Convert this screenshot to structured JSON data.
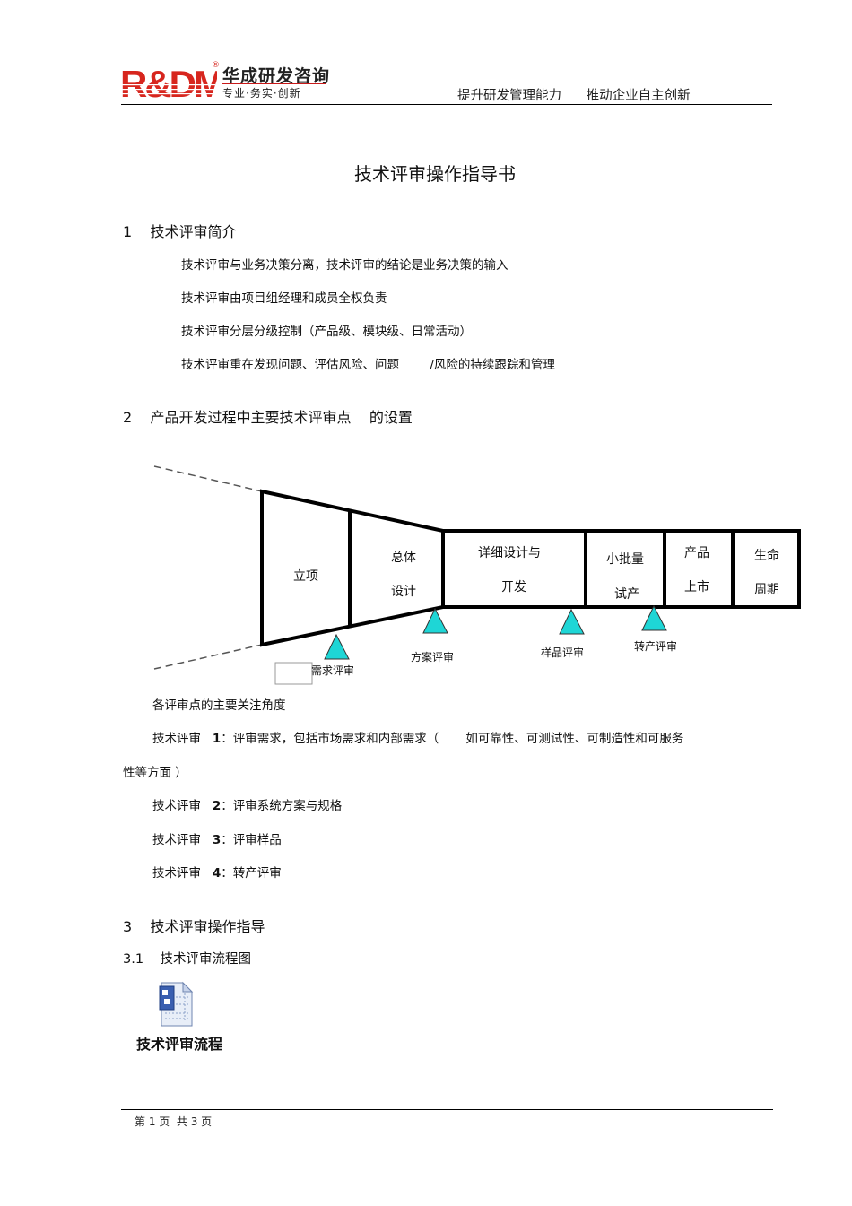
{
  "header": {
    "logo_mark": "R&DM",
    "logo_registered": "®",
    "company_name": "华成研发咨询",
    "company_slogan": "专业·务实·创新",
    "tagline_left": "提升研发管理能力",
    "tagline_right": "推动企业自主创新",
    "brand_color": "#d7261e"
  },
  "document": {
    "title": "技术评审操作指导书",
    "section1": {
      "number": "1",
      "heading": "技术评审简介",
      "items": [
        "技术评审与业务决策分离，技术评审的结论是业务决策的输入",
        "技术评审由项目组经理和成员全权负责",
        "技术评审分层分级控制（产品级、模块级、日常活动）",
        "技术评审重在发现问题、评估风险、问题        /风险的持续跟踪和管理"
      ]
    },
    "section2": {
      "number": "2",
      "heading": "产品开发过程中主要技术评审点    的设置",
      "diagram": {
        "phases": [
          {
            "line1": "立项",
            "line2": ""
          },
          {
            "line1": "总体",
            "line2": "设计"
          },
          {
            "line1": "详细设计与",
            "line2": "开发"
          },
          {
            "line1": "小批量",
            "line2": "试产"
          },
          {
            "line1": "产品",
            "line2": "上市"
          },
          {
            "line1": "生命",
            "line2": "周期"
          }
        ],
        "review_points": [
          {
            "label": "需求评审"
          },
          {
            "label": "方案评审"
          },
          {
            "label": "样品评审"
          },
          {
            "label": "转产评审"
          }
        ],
        "triangle_color": "#1ed6d6"
      },
      "focus_heading": "各评审点的主要关注角度",
      "reviews": [
        {
          "prefix": "技术评审",
          "num": "1",
          "text": "：评审需求，包括市场需求和内部需求（       如可靠性、可测试性、可制造性和可服务",
          "continuation": "性等方面 ）"
        },
        {
          "prefix": "技术评审",
          "num": "2",
          "text": "：评审系统方案与规格"
        },
        {
          "prefix": "技术评审",
          "num": "3",
          "text": "：评审样品"
        },
        {
          "prefix": "技术评审",
          "num": "4",
          "text": "：转产评审"
        }
      ]
    },
    "section3": {
      "number": "3",
      "heading": "技术评审操作指导",
      "sub": {
        "number": "3.1",
        "heading": "技术评审流程图",
        "embedded_object_label": "技术评审流程"
      }
    }
  },
  "footer": {
    "page_text": "第 1 页  共 3 页"
  }
}
